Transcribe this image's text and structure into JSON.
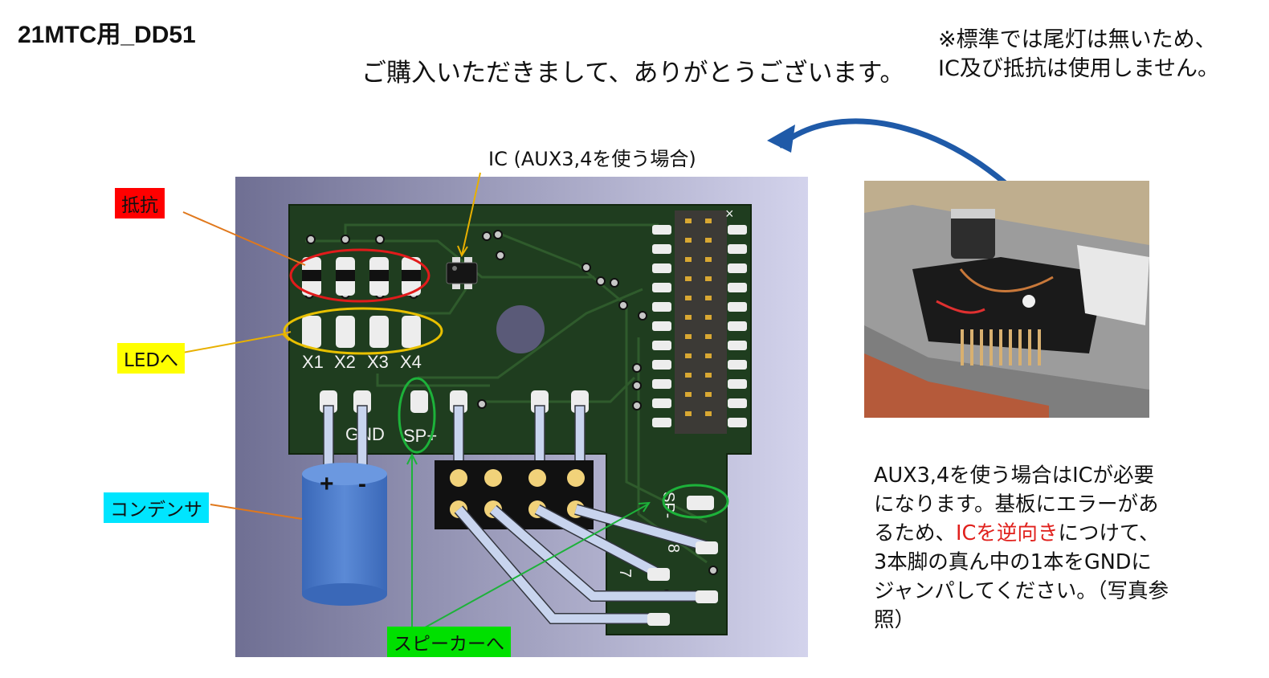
{
  "title": "21MTC用_DD51",
  "thanks": "ご購入いただきまして、ありがとうございます。",
  "note": [
    "※標準では尾灯は無いため、",
    "IC及び抵抗は使用しません。"
  ],
  "labels": {
    "resistor": "抵抗",
    "led": "LEDへ",
    "capacitor": "コンデンサ",
    "speaker": "スピーカーへ",
    "ic": "IC (AUX3,4を使う場合)"
  },
  "board_text": {
    "x1": "X1",
    "x2": "X2",
    "x3": "X3",
    "x4": "X4",
    "gnd": "GND",
    "sp_plus": "SP+",
    "sp_minus": "SP-",
    "plus": "+",
    "minus": "-",
    "p8": "8",
    "p7": "7"
  },
  "paragraph": {
    "l1": "AUX3,4を使う場合はICが必要",
    "l2": "になります。基板にエラーがあ",
    "l3a": "るため、",
    "l3b": "ICを逆向き",
    "l3c": "につけて、",
    "l4": "3本脚の真ん中の1本をGNDに",
    "l5": "ジャンパしてください。（写真参",
    "l6": "照）"
  },
  "colors": {
    "resistor_bg": "#ff0000",
    "led_bg": "#ffff00",
    "capacitor_bg": "#00e5ff",
    "speaker_bg": "#00e000",
    "pcb": "#1f3d1f",
    "arrow_blue": "#1f5aa8",
    "highlight_red": "#e0201c"
  }
}
